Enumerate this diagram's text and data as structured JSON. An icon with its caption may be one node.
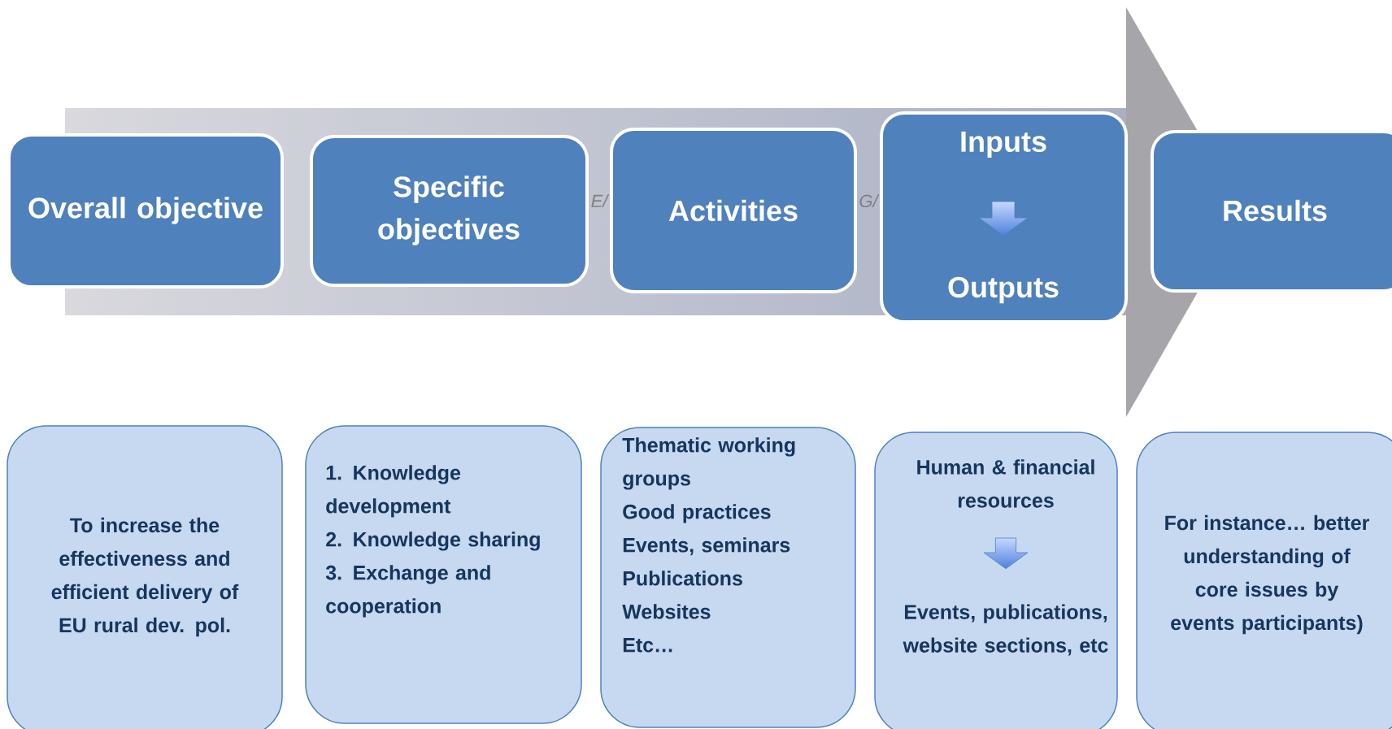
{
  "diagram": {
    "nodes": [
      {
        "text": [
          "Overall objective"
        ]
      },
      {
        "text": [
          "Specific objectives"
        ]
      },
      {
        "text": [
          "Activities"
        ]
      },
      {
        "text": [
          "Inputs",
          "Outputs"
        ]
      },
      {
        "text": [
          "Results"
        ]
      },
      {
        "text": [
          "To increase the effectiveness and efficient delivery of EU rural dev. pol."
        ]
      },
      {
        "text": [
          "1. Knowledge development",
          "2. Knowledge sharing",
          "3. Exchange and cooperation"
        ]
      },
      {
        "text": [
          "Thematic working groups",
          "Good practices",
          "Events, seminars",
          "Publications",
          "Websites",
          "Etc…"
        ]
      },
      {
        "text": [
          "Human & financial resources",
          "Events, publications, website sections, etc"
        ]
      },
      {
        "text": [
          "For instance… better understanding of core issues by events participants)"
        ]
      }
    ],
    "labels": [
      "E/",
      "G/"
    ]
  }
}
